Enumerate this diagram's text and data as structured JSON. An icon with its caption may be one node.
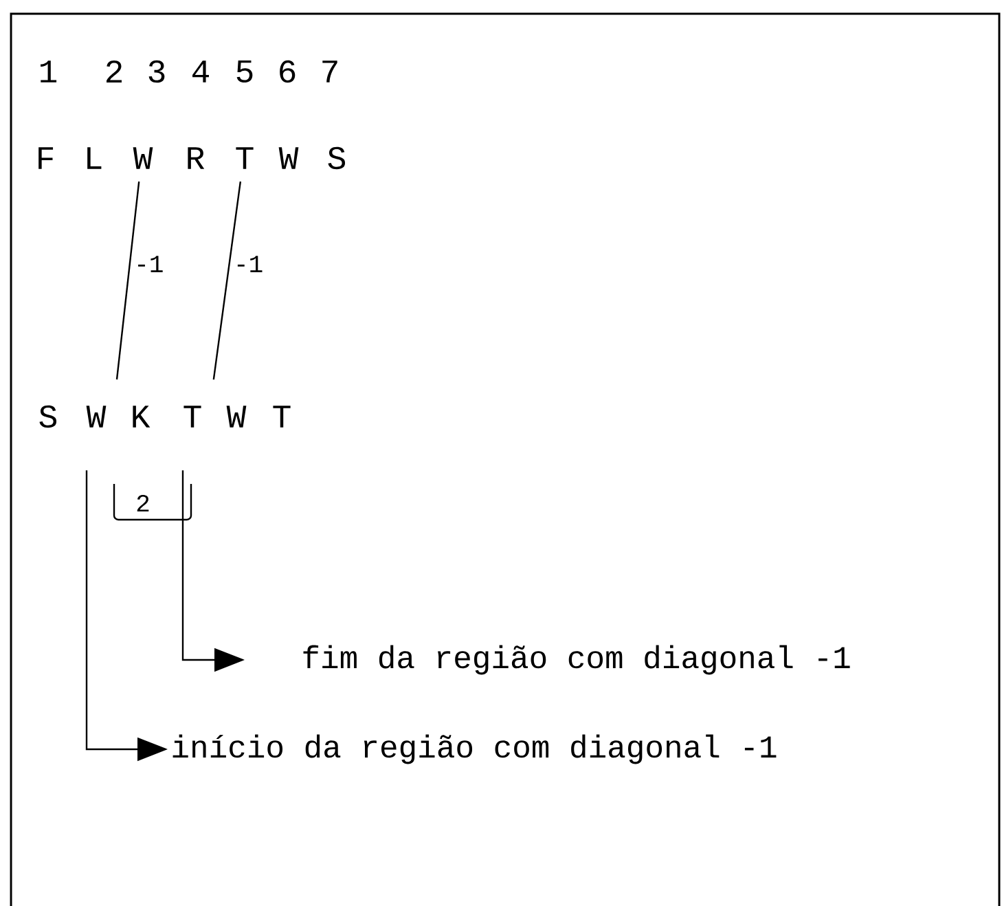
{
  "diagram": {
    "nodes": [
      {
        "text": [
          "F"
        ]
      },
      {
        "text": [
          "L"
        ]
      },
      {
        "text": [
          "W"
        ]
      },
      {
        "text": [
          "R"
        ]
      },
      {
        "text": [
          "T"
        ]
      },
      {
        "text": [
          "W"
        ]
      },
      {
        "text": [
          "S"
        ]
      },
      {
        "text": [
          "S"
        ]
      },
      {
        "text": [
          "W"
        ]
      },
      {
        "text": [
          "K"
        ]
      },
      {
        "text": [
          "T"
        ]
      },
      {
        "text": [
          "W"
        ]
      },
      {
        "text": [
          "T"
        ]
      },
      {
        "text": [
          "fim da região com diagonal -1"
        ]
      },
      {
        "text": [
          "início da região com diagonal -1"
        ]
      }
    ],
    "edges": [
      {
        "from": 2,
        "to": 8,
        "arrow": "none",
        "label": "-1"
      },
      {
        "from": 4,
        "to": 10,
        "arrow": "none",
        "label": "-1"
      },
      {
        "from": 10,
        "to": 13,
        "arrow": "to"
      },
      {
        "from": 8,
        "to": 14,
        "arrow": "to"
      }
    ],
    "labels": [
      "1",
      "2",
      "3",
      "4",
      "5",
      "6",
      "7",
      "2"
    ]
  }
}
